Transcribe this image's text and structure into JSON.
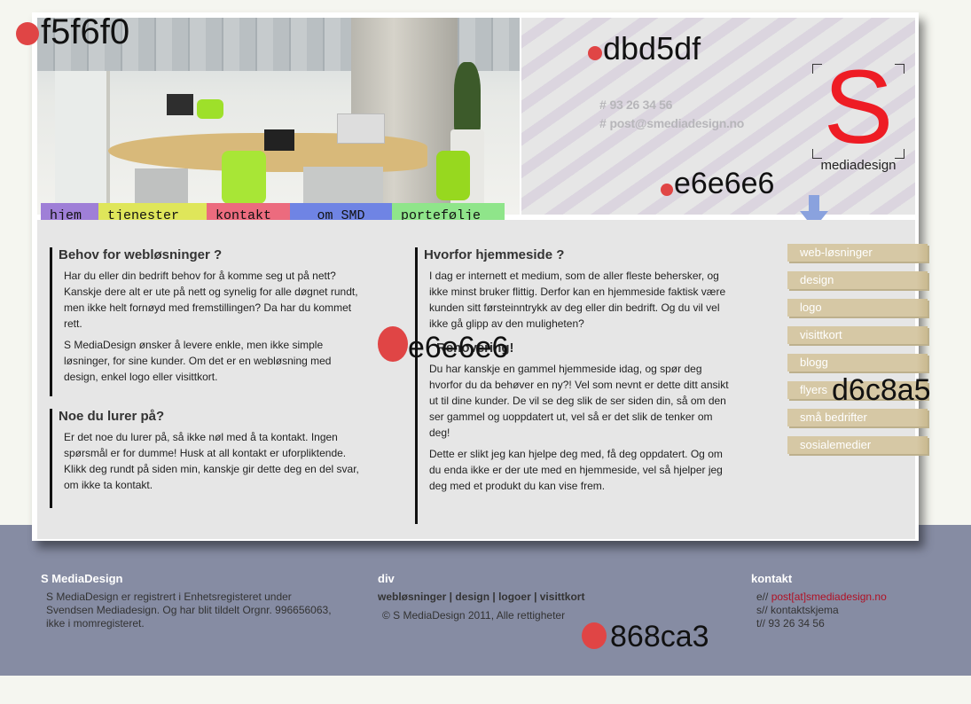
{
  "header": {
    "phone": "93 26 34 56",
    "email": "post@smediadesign.no",
    "logo_letter": "S",
    "logo_text": "mediadesign"
  },
  "nav": {
    "items": [
      {
        "label": "hjem",
        "color": "#9f7fd7"
      },
      {
        "label": "tjenester",
        "color": "#dfe65a"
      },
      {
        "label": "kontakt",
        "color": "#ec6b7e"
      },
      {
        "label": "om SMD",
        "color": "#6f84e4"
      },
      {
        "label": "portefølje",
        "color": "#8fe58a"
      }
    ]
  },
  "sidebar": {
    "items": [
      {
        "label": "web-løsninger"
      },
      {
        "label": "design"
      },
      {
        "label": "logo"
      },
      {
        "label": "visittkort"
      },
      {
        "label": "blogg"
      },
      {
        "label": "flyers"
      },
      {
        "label": "små bedrifter"
      },
      {
        "label": "sosialemedier"
      }
    ]
  },
  "main": {
    "block1": {
      "title": "Behov for webløsninger ?",
      "p1": "Har du eller din bedrift behov for å komme seg ut på nett? Kanskje dere alt er ute på nett og synelig for alle døgnet rundt, men ikke helt fornøyd med fremstillingen? Da har du kommet rett.",
      "p2": "S MediaDesign ønsker å levere enkle, men ikke simple løsninger, for sine kunder. Om det er en webløsning med design, enkel logo eller visittkort."
    },
    "block2": {
      "title": "Noe du lurer på?",
      "p1": "Er det noe du lurer på, så ikke nøl med å ta kontakt. Ingen spørsmål er for dumme! Husk at all kontakt er uforpliktende. Klikk deg rundt på siden min, kanskje gir dette deg en del svar, om ikke ta kontakt."
    },
    "block3": {
      "title": "Hvorfor hjemmeside ?",
      "p1": "I dag er internett et medium, som de aller fleste behersker, og ikke minst bruker flittig. Derfor kan en hjemmeside faktisk være kunden sitt førsteinntrykk av deg eller din bedrift. Og du vil vel ikke gå glipp av den muligheten?",
      "subtitle": "Renovering!",
      "p2": "Du har kanskje en gammel hjemmeside idag, og spør deg hvorfor du da behøver en ny?! Vel som nevnt er dette ditt ansikt ut til dine kunder. De vil se deg slik de ser siden din, så om den ser gammel og uoppdatert ut, vel så er det slik de tenker om deg!",
      "p3": "Dette er slikt jeg kan hjelpe deg med, få deg oppdatert. Og om du enda ikke er der ute med en hjemmeside, vel så hjelper jeg deg med et produkt du kan vise frem."
    }
  },
  "footer": {
    "col1_title": "S MediaDesign",
    "col1_text": "S MediaDesign er registrert i Enhetsregisteret under Svendsen Mediadesign. Og har blit tildelt Orgnr. 996656063, ikke i momregisteret.",
    "col2_title": "div",
    "col2_links": "webløsninger | design | logoer | visittkort",
    "col2_copy": "© S MediaDesign 2011, Alle rettigheter",
    "col3_title": "kontakt",
    "col3_email_prefix": "e//",
    "col3_email": "post[at]smediadesign.no",
    "col3_form_prefix": "s//",
    "col3_form": "kontaktskjema",
    "col3_phone_prefix": "t//",
    "col3_phone": "93 26 34 56"
  },
  "annotations": {
    "bg": "f5f6f0",
    "header": "dbd5df",
    "stripe": "e6e6e6",
    "content": "e6e6e6",
    "sidebar": "d6c8a5",
    "footer": "868ca3"
  },
  "colors": {
    "page_bg": "#f5f6f0",
    "header_stripe": "#dbd5df",
    "content_bg": "#e6e6e6",
    "sidebar_bg": "#d6c8a5",
    "footer_bg": "#868ca3",
    "logo_red": "#ee1c24",
    "link_red": "#b01024"
  }
}
